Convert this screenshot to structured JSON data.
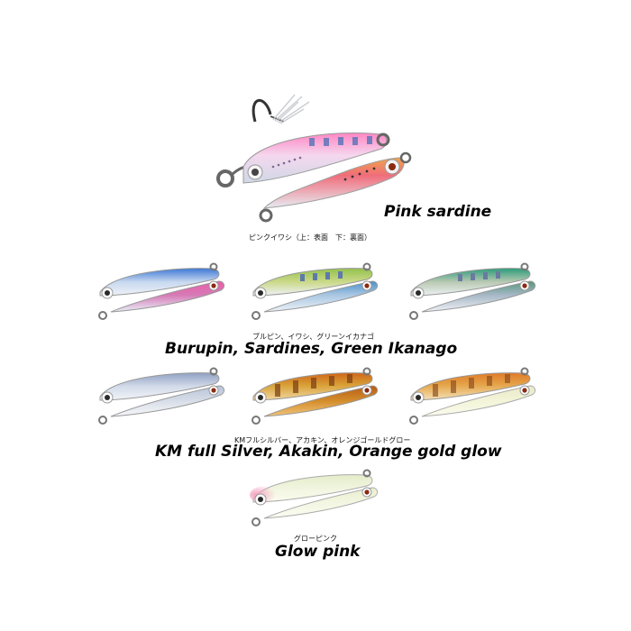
{
  "sections": [
    {
      "title": "Pink sardine",
      "caption": "ピンクイワシ（上：表面　下：裏面）",
      "lures": [
        {
          "name": "Pink sardine",
          "top_color": "#f08cc0",
          "bottom_color": "#e8a060"
        }
      ]
    },
    {
      "title": "Burupin, Sardines, Green Ikanago",
      "caption": "ブルピン、イワシ、グリーンイカナゴ",
      "lures": [
        {
          "name": "Burupin",
          "top_color": "#4a86d6",
          "bottom_color": "#e36aa6"
        },
        {
          "name": "Sardines",
          "top_color": "#b3c248",
          "bottom_color": "#5e9ec9"
        },
        {
          "name": "Green Ikanago",
          "top_color": "#3aa58f",
          "bottom_color": "#7a93a8"
        }
      ]
    },
    {
      "title": "KM full Silver, Akakin, Orange gold glow",
      "caption": "KMフルシルバー、アカキン、オレンジゴールドグロー",
      "lures": [
        {
          "name": "KM full Silver",
          "top_color": "#9aa7bf",
          "bottom_color": "#d5dbe6"
        },
        {
          "name": "Akakin",
          "top_color": "#d96e1a",
          "bottom_color": "#c3741b"
        },
        {
          "name": "Orange gold glow",
          "top_color": "#e07c2a",
          "bottom_color": "#f3f4d7"
        }
      ]
    },
    {
      "title": "Glow pink",
      "caption": "グローピンク",
      "lures": [
        {
          "name": "Glow pink",
          "top_color": "#e8f0d2",
          "bottom_color": "#eef3da"
        }
      ]
    }
  ]
}
